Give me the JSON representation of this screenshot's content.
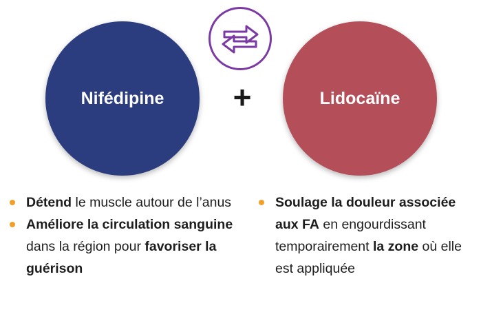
{
  "left_circle": {
    "label": "Nifédipine",
    "color": "#2b3d7f"
  },
  "right_circle": {
    "label": "Lidocaïne",
    "color": "#b44f5a"
  },
  "operator": "+",
  "swap_icon": {
    "name": "swap-arrows-icon",
    "color": "#7b3aa3"
  },
  "bullet_color": "#f0a02c",
  "left_list": [
    {
      "bold1": "Détend",
      "text1": " le muscle autour de l’anus"
    },
    {
      "bold1": "Améliore la circulation sanguine",
      "text1": " dans la région pour ",
      "bold2": "favoriser la guérison"
    }
  ],
  "right_list": [
    {
      "bold1": "Soulage la douleur associée aux FA",
      "text1": " en engourdissant temporairement ",
      "bold2": "la zone",
      "text2": " où elle est appliquée"
    }
  ]
}
